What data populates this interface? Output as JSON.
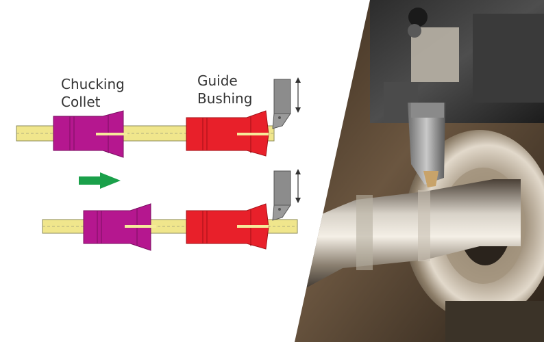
{
  "labels": {
    "chucking_collet": [
      "Chucking",
      "Collet"
    ],
    "guide_bushing": [
      "Guide",
      "Bushing"
    ]
  },
  "colors": {
    "bar_stock": "#f0e68c",
    "chucking_collet": "#b5178f",
    "guide_bushing": "#e8202a",
    "cutting_tool": "#8c8c8c",
    "feed_arrow": "#1aa04a",
    "slot": "#f6ea9a"
  },
  "icons": {
    "feed_direction": "right-arrow-icon",
    "tool_motion": "up-down-arrow-icon"
  },
  "photo": {
    "subject": "swiss-type lathe turning a shaft"
  }
}
